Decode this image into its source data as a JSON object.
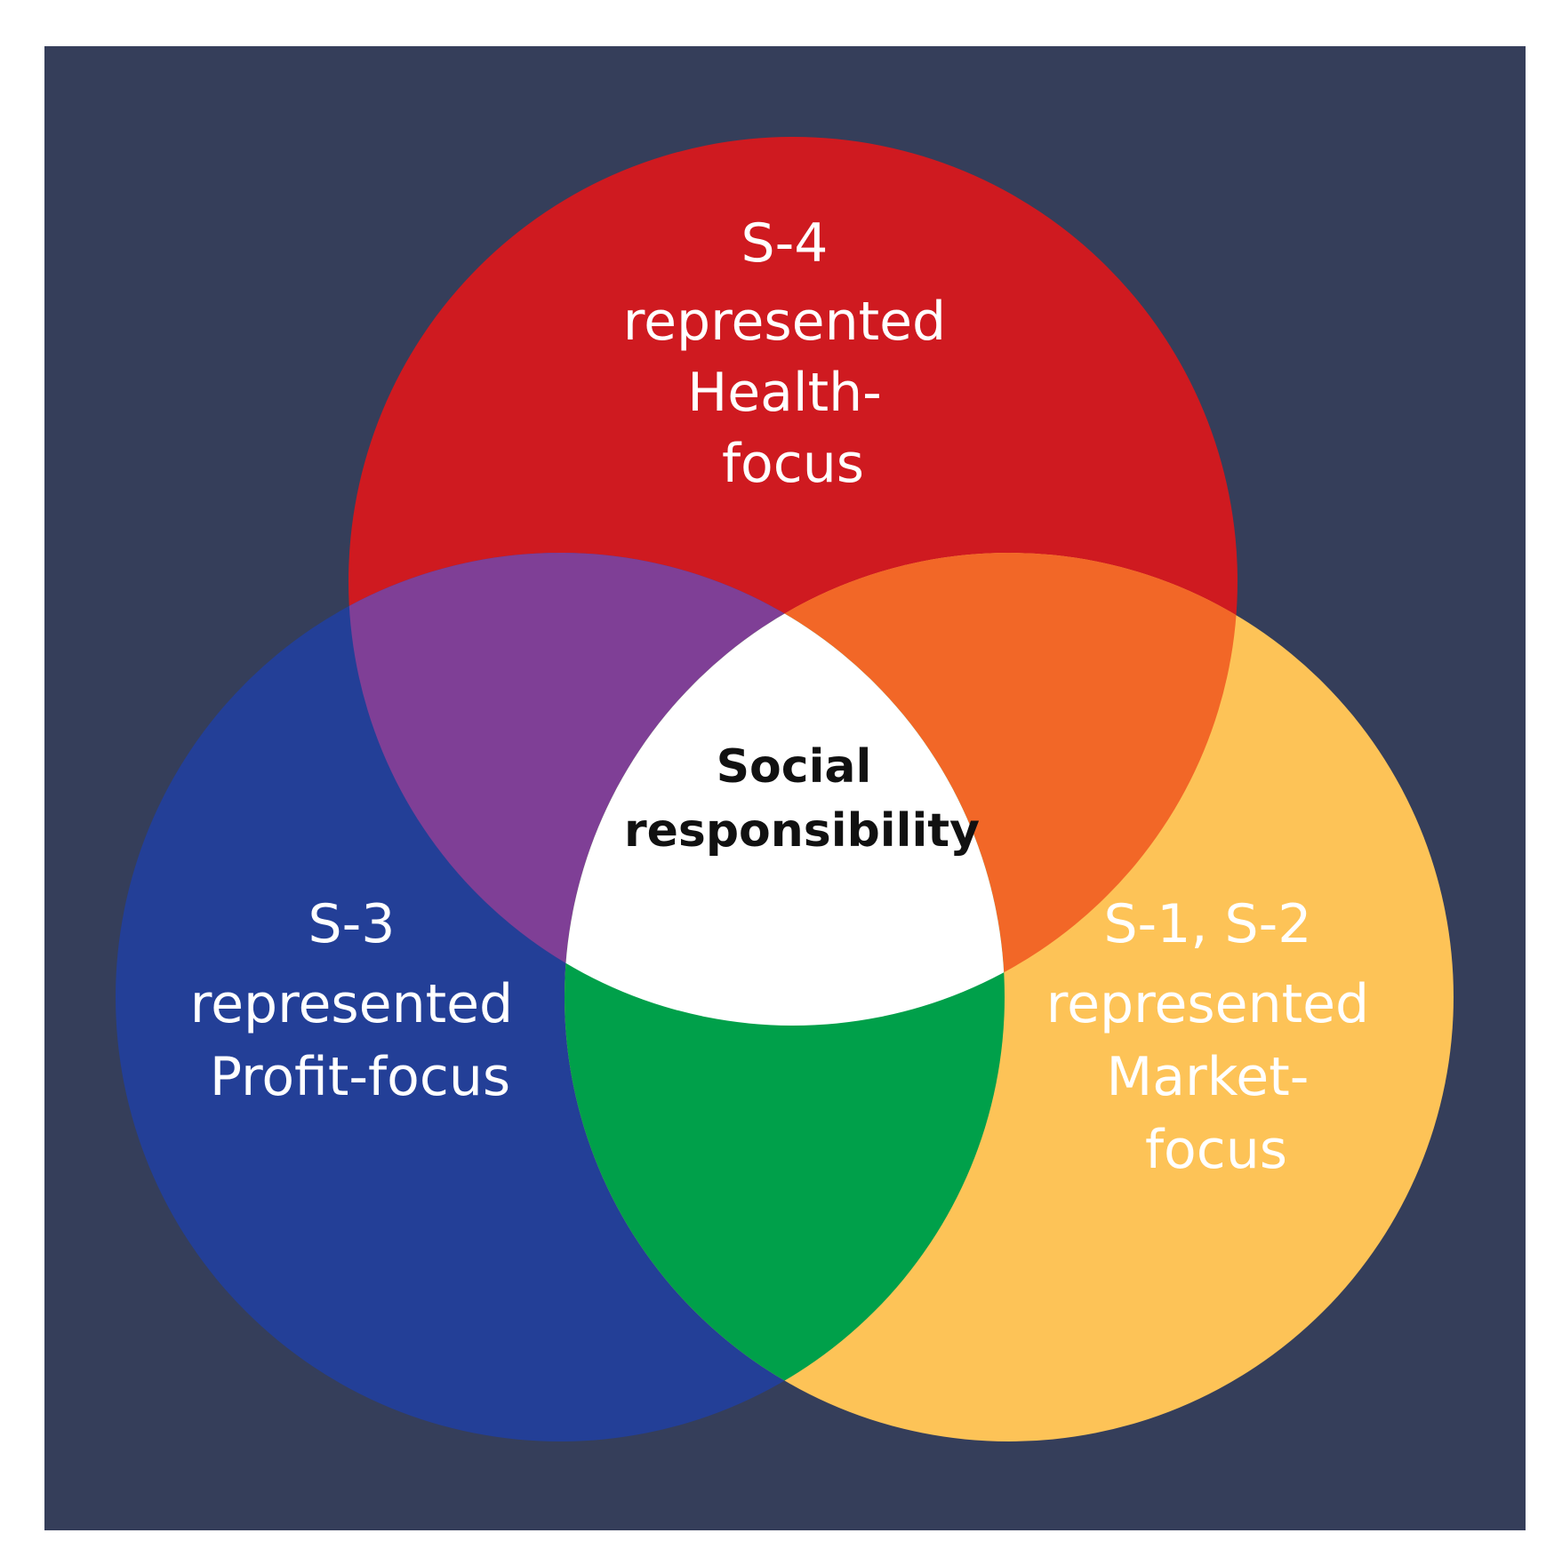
{
  "diagram": {
    "type": "venn-3",
    "background_color": "#353e5a",
    "circles": [
      {
        "id": "health",
        "color": "#cf1a20",
        "lines": [
          "S-4",
          "represented",
          "Health-",
          "focus"
        ]
      },
      {
        "id": "profit",
        "color": "#233f97",
        "lines": [
          "S-3",
          "represented",
          "Profit-focus"
        ]
      },
      {
        "id": "market",
        "color": "#fdc357",
        "lines": [
          "S-1, S-2",
          "represented",
          "Market-",
          "focus"
        ]
      }
    ],
    "overlaps": [
      {
        "between": [
          "health",
          "profit"
        ],
        "color": "#7f3f96"
      },
      {
        "between": [
          "health",
          "market"
        ],
        "color": "#f26727"
      },
      {
        "between": [
          "profit",
          "market"
        ],
        "color": "#00a04a"
      }
    ],
    "center": {
      "color": "#ffffff",
      "lines": [
        "Social",
        "responsibility"
      ]
    }
  }
}
